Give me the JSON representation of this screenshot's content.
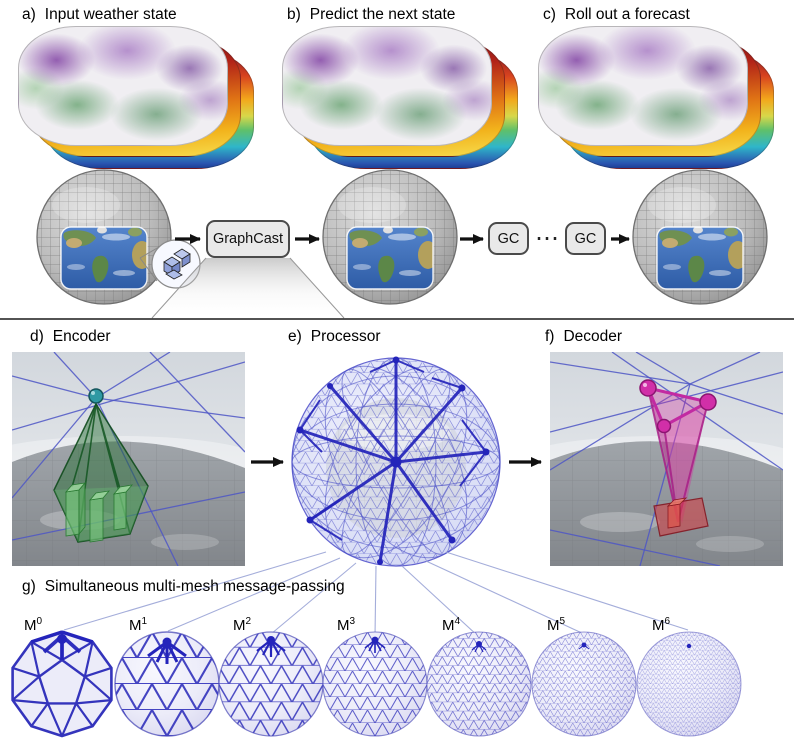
{
  "figure": {
    "top_row": {
      "panels": [
        {
          "label": "a)",
          "title": "Input weather state"
        },
        {
          "label": "b)",
          "title": "Predict the next state"
        },
        {
          "label": "c)",
          "title": "Roll out a forecast"
        }
      ],
      "graphcast_box": "GraphCast",
      "gc_box_1": "GC",
      "gc_box_2": "GC",
      "ellipsis": "⋯"
    },
    "bottom_row": {
      "panels": [
        {
          "label": "d)",
          "title": "Encoder"
        },
        {
          "label": "e)",
          "title": "Processor"
        },
        {
          "label": "f)",
          "title": "Decoder"
        }
      ]
    },
    "multimesh": {
      "label": "g)",
      "title": "Simultaneous multi-mesh message-passing",
      "meshes": [
        {
          "base": "M",
          "sup": "0"
        },
        {
          "base": "M",
          "sup": "1"
        },
        {
          "base": "M",
          "sup": "2"
        },
        {
          "base": "M",
          "sup": "3"
        },
        {
          "base": "M",
          "sup": "4"
        },
        {
          "base": "M",
          "sup": "5"
        },
        {
          "base": "M",
          "sup": "6"
        }
      ]
    },
    "colors": {
      "mesh_blue": "#3b3bbe",
      "thick_blue": "#2424bb",
      "encoder_green": "#1e7a30",
      "node_teal": "#2f99a3",
      "decoder_magenta": "#c22aa2",
      "box_fill": "#e9e9e9",
      "box_border": "#4a4a4a"
    }
  }
}
